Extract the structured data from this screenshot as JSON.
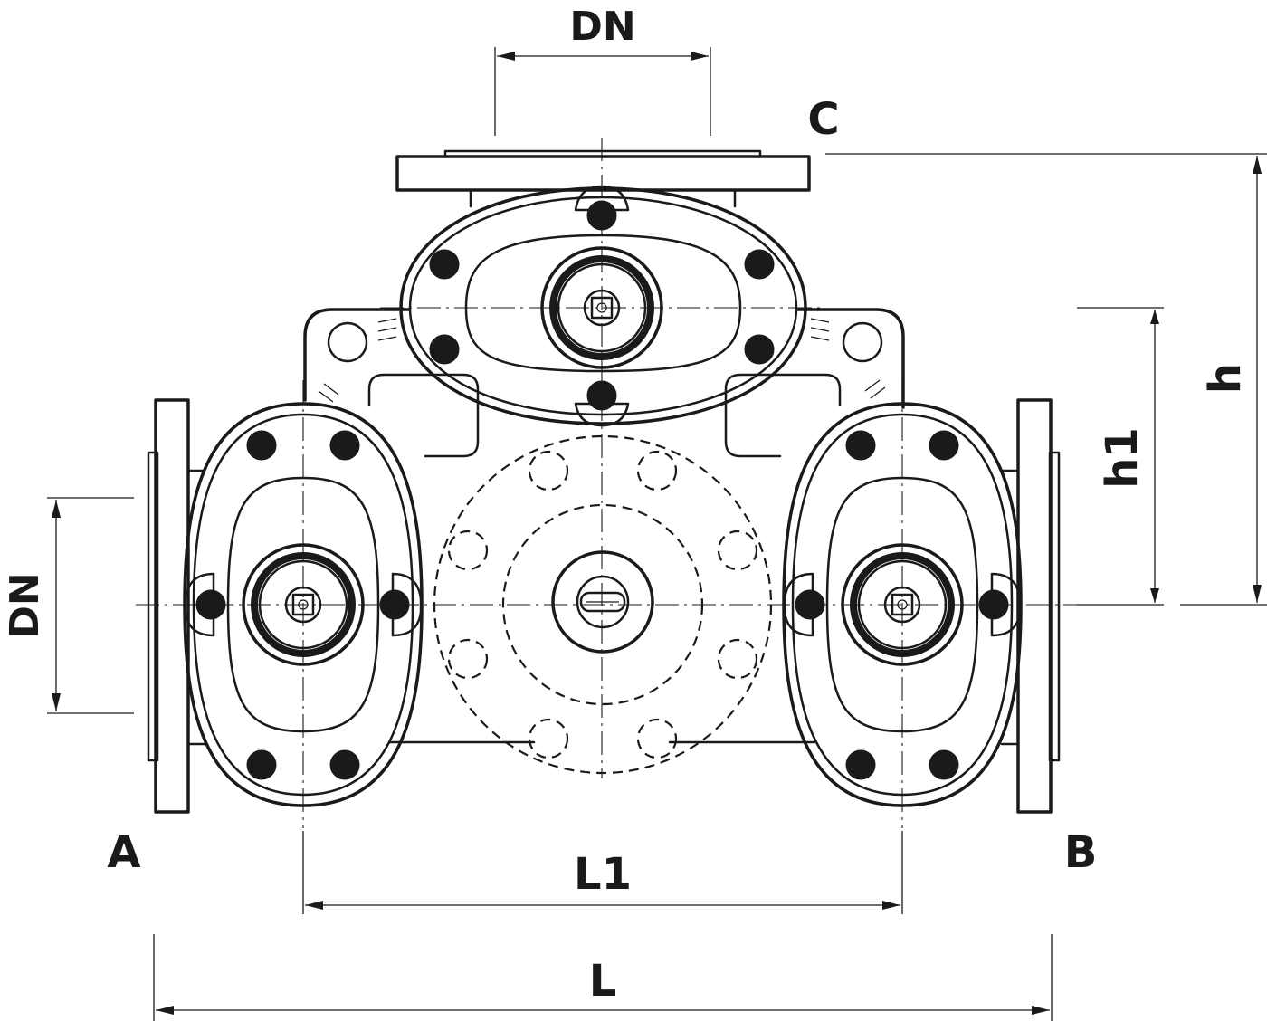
{
  "drawing": {
    "ports": {
      "a": "A",
      "b": "B",
      "c": "C"
    },
    "dimensions": {
      "dn_top": "DN",
      "dn_left": "DN",
      "l1": "L1",
      "l": "L",
      "h": "h",
      "h1": "h1"
    },
    "colors": {
      "line": "#1a1a1a",
      "background": "#ffffff"
    }
  }
}
